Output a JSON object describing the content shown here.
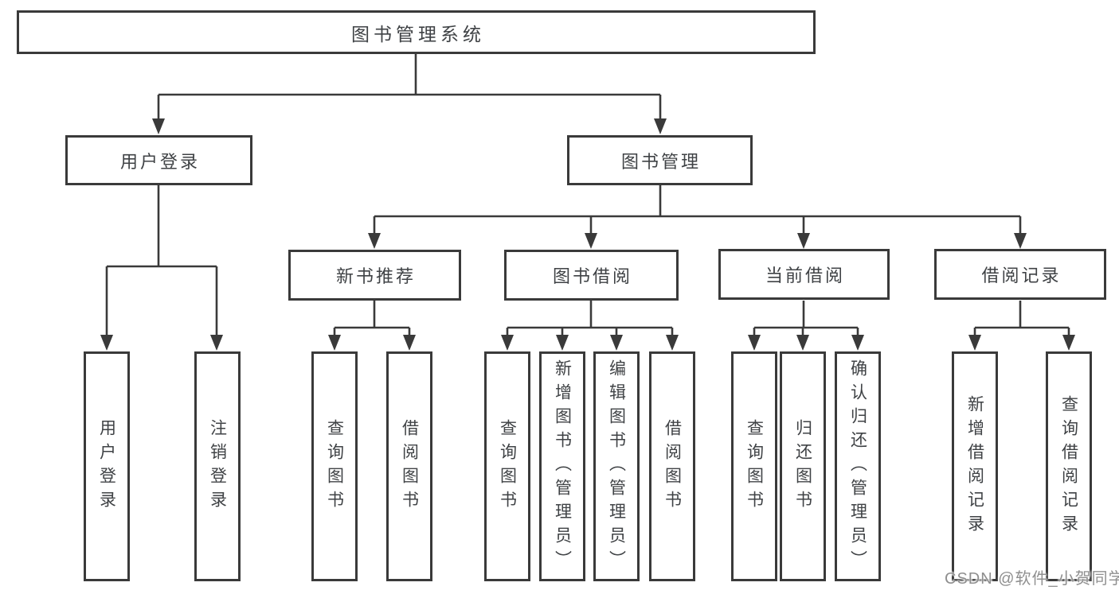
{
  "tree": {
    "label": "图书管理系统",
    "children": [
      {
        "label": "用户登录",
        "children": [
          {
            "label": "用户登录"
          },
          {
            "label": "注销登录"
          }
        ]
      },
      {
        "label": "图书管理",
        "children": [
          {
            "label": "新书推荐",
            "children": [
              {
                "label": "查询图书"
              },
              {
                "label": "借阅图书"
              }
            ]
          },
          {
            "label": "图书借阅",
            "children": [
              {
                "label": "查询图书"
              },
              {
                "label": "新增图书（管理员）"
              },
              {
                "label": "编辑图书（管理员）"
              },
              {
                "label": "借阅图书"
              }
            ]
          },
          {
            "label": "当前借阅",
            "children": [
              {
                "label": "查询图书"
              },
              {
                "label": "归还图书"
              },
              {
                "label": "确认归还（管理员）"
              }
            ]
          },
          {
            "label": "借阅记录",
            "children": [
              {
                "label": "新增借阅记录"
              },
              {
                "label": "查询借阅记录"
              }
            ]
          }
        ]
      }
    ]
  },
  "watermark": {
    "text": "CSDN @软件_小贺同学"
  },
  "colors": {
    "line": "#3a3a3a",
    "text": "#3f4245",
    "watermark": "#8f8f8f",
    "background": "#ffffff"
  }
}
